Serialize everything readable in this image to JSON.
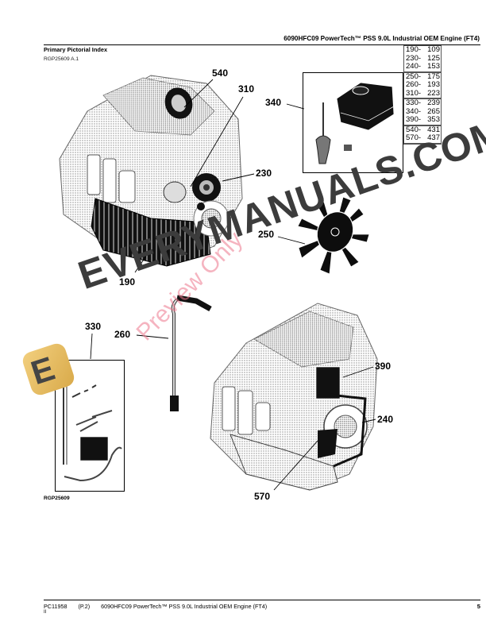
{
  "header": {
    "title": "6090HFC09 PowerTech™ PSS 9.0L Industrial OEM Engine (FT4)",
    "section_title": "Primary Pictorial Index",
    "figure_ref": "RGP25609 A.1"
  },
  "index_table": {
    "groups": [
      [
        {
          "item": "190-",
          "page": "109"
        },
        {
          "item": "230-",
          "page": "125"
        },
        {
          "item": "240-",
          "page": "153"
        }
      ],
      [
        {
          "item": "250-",
          "page": "175"
        },
        {
          "item": "260-",
          "page": "193"
        },
        {
          "item": "310-",
          "page": "223"
        }
      ],
      [
        {
          "item": "330-",
          "page": "239"
        },
        {
          "item": "340-",
          "page": "265"
        },
        {
          "item": "390-",
          "page": "353"
        }
      ],
      [
        {
          "item": "540-",
          "page": "431"
        },
        {
          "item": "570-",
          "page": "437"
        }
      ]
    ]
  },
  "callouts": {
    "c540": "540",
    "c310": "310",
    "c340": "340",
    "c230": "230",
    "c250": "250",
    "c190": "190",
    "c330": "330",
    "c260": "260",
    "c390": "390",
    "c240": "240",
    "c570": "570"
  },
  "figure": {
    "caption": "RGP25609",
    "illustrations": [
      "engine-assembly-upper",
      "coolant-recovery-tank",
      "fan",
      "engine-assembly-lower",
      "wiring-harness",
      "starter-kit"
    ]
  },
  "watermark": {
    "brand": "EVERYMANUALS.COM",
    "preview": "Preview Only",
    "logo_letter": "E",
    "brand_color": "#3c3c3c",
    "preview_color": "#ec768c",
    "logo_color": "#e6bc62"
  },
  "footer": {
    "doc_number": "PC11958",
    "part": "(P.2)",
    "title": "6090HFC09 PowerTech™ PSS 9.0L Industrial OEM Engine (FT4)",
    "sub": "II",
    "page_number": "5"
  }
}
